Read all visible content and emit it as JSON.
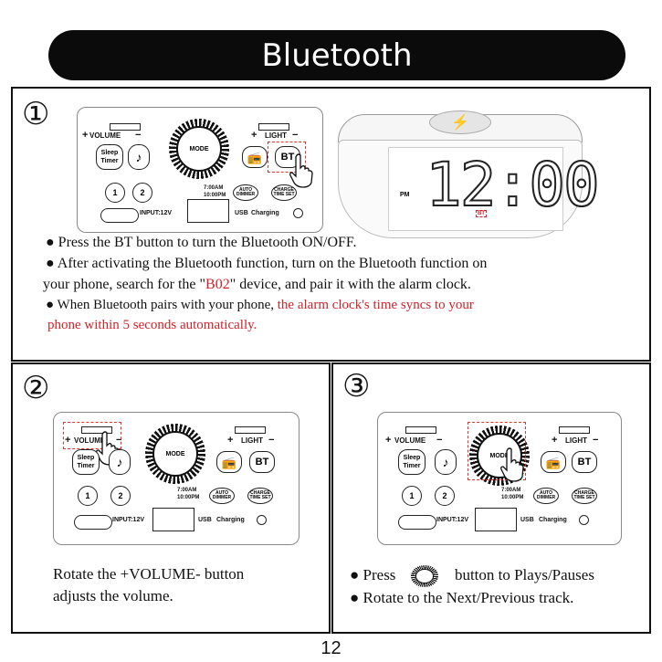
{
  "title": "Bluetooth",
  "steps": [
    "①",
    "②",
    "③"
  ],
  "panel": {
    "volume": "VOLUME",
    "light": "LIGHT",
    "sleep": "Sleep Timer",
    "bt": "BT",
    "auto": "AUTO DIMMER",
    "charge": "CHARGE TIME SET",
    "alarm1": "1",
    "alarm2": "2",
    "alarm_times": [
      "7:00AM",
      "10:00PM"
    ],
    "input": "INPUT:12V",
    "usb": "USB",
    "charging": "Charging",
    "dial_label": "MODE"
  },
  "clock": {
    "time": "12:00",
    "pm": "PM",
    "bt": "BT"
  },
  "step1": {
    "line1": "Press the BT button to turn the Bluetooth ON/OFF.",
    "line2": "After activating the Bluetooth function, turn on the Bluetooth function on",
    "line3_a": "your phone, search for the \"",
    "line3_b": "B02",
    "line3_c": "\" device, and pair it with the alarm clock.",
    "line4_a": "When Bluetooth pairs with your phone, ",
    "line4_b": "the alarm clock's time syncs to your",
    "line5": "phone within 5 seconds automatically."
  },
  "step2": {
    "line1": "Rotate the +VOLUME- button",
    "line2": "adjusts the volume."
  },
  "step3": {
    "press": "Press",
    "after": "button to Plays/Pauses",
    "line2": "Rotate to the Next/Previous track."
  },
  "page_number": "12",
  "colors": {
    "accent": "#d0232a",
    "title_bg": "#0b0b0b"
  }
}
